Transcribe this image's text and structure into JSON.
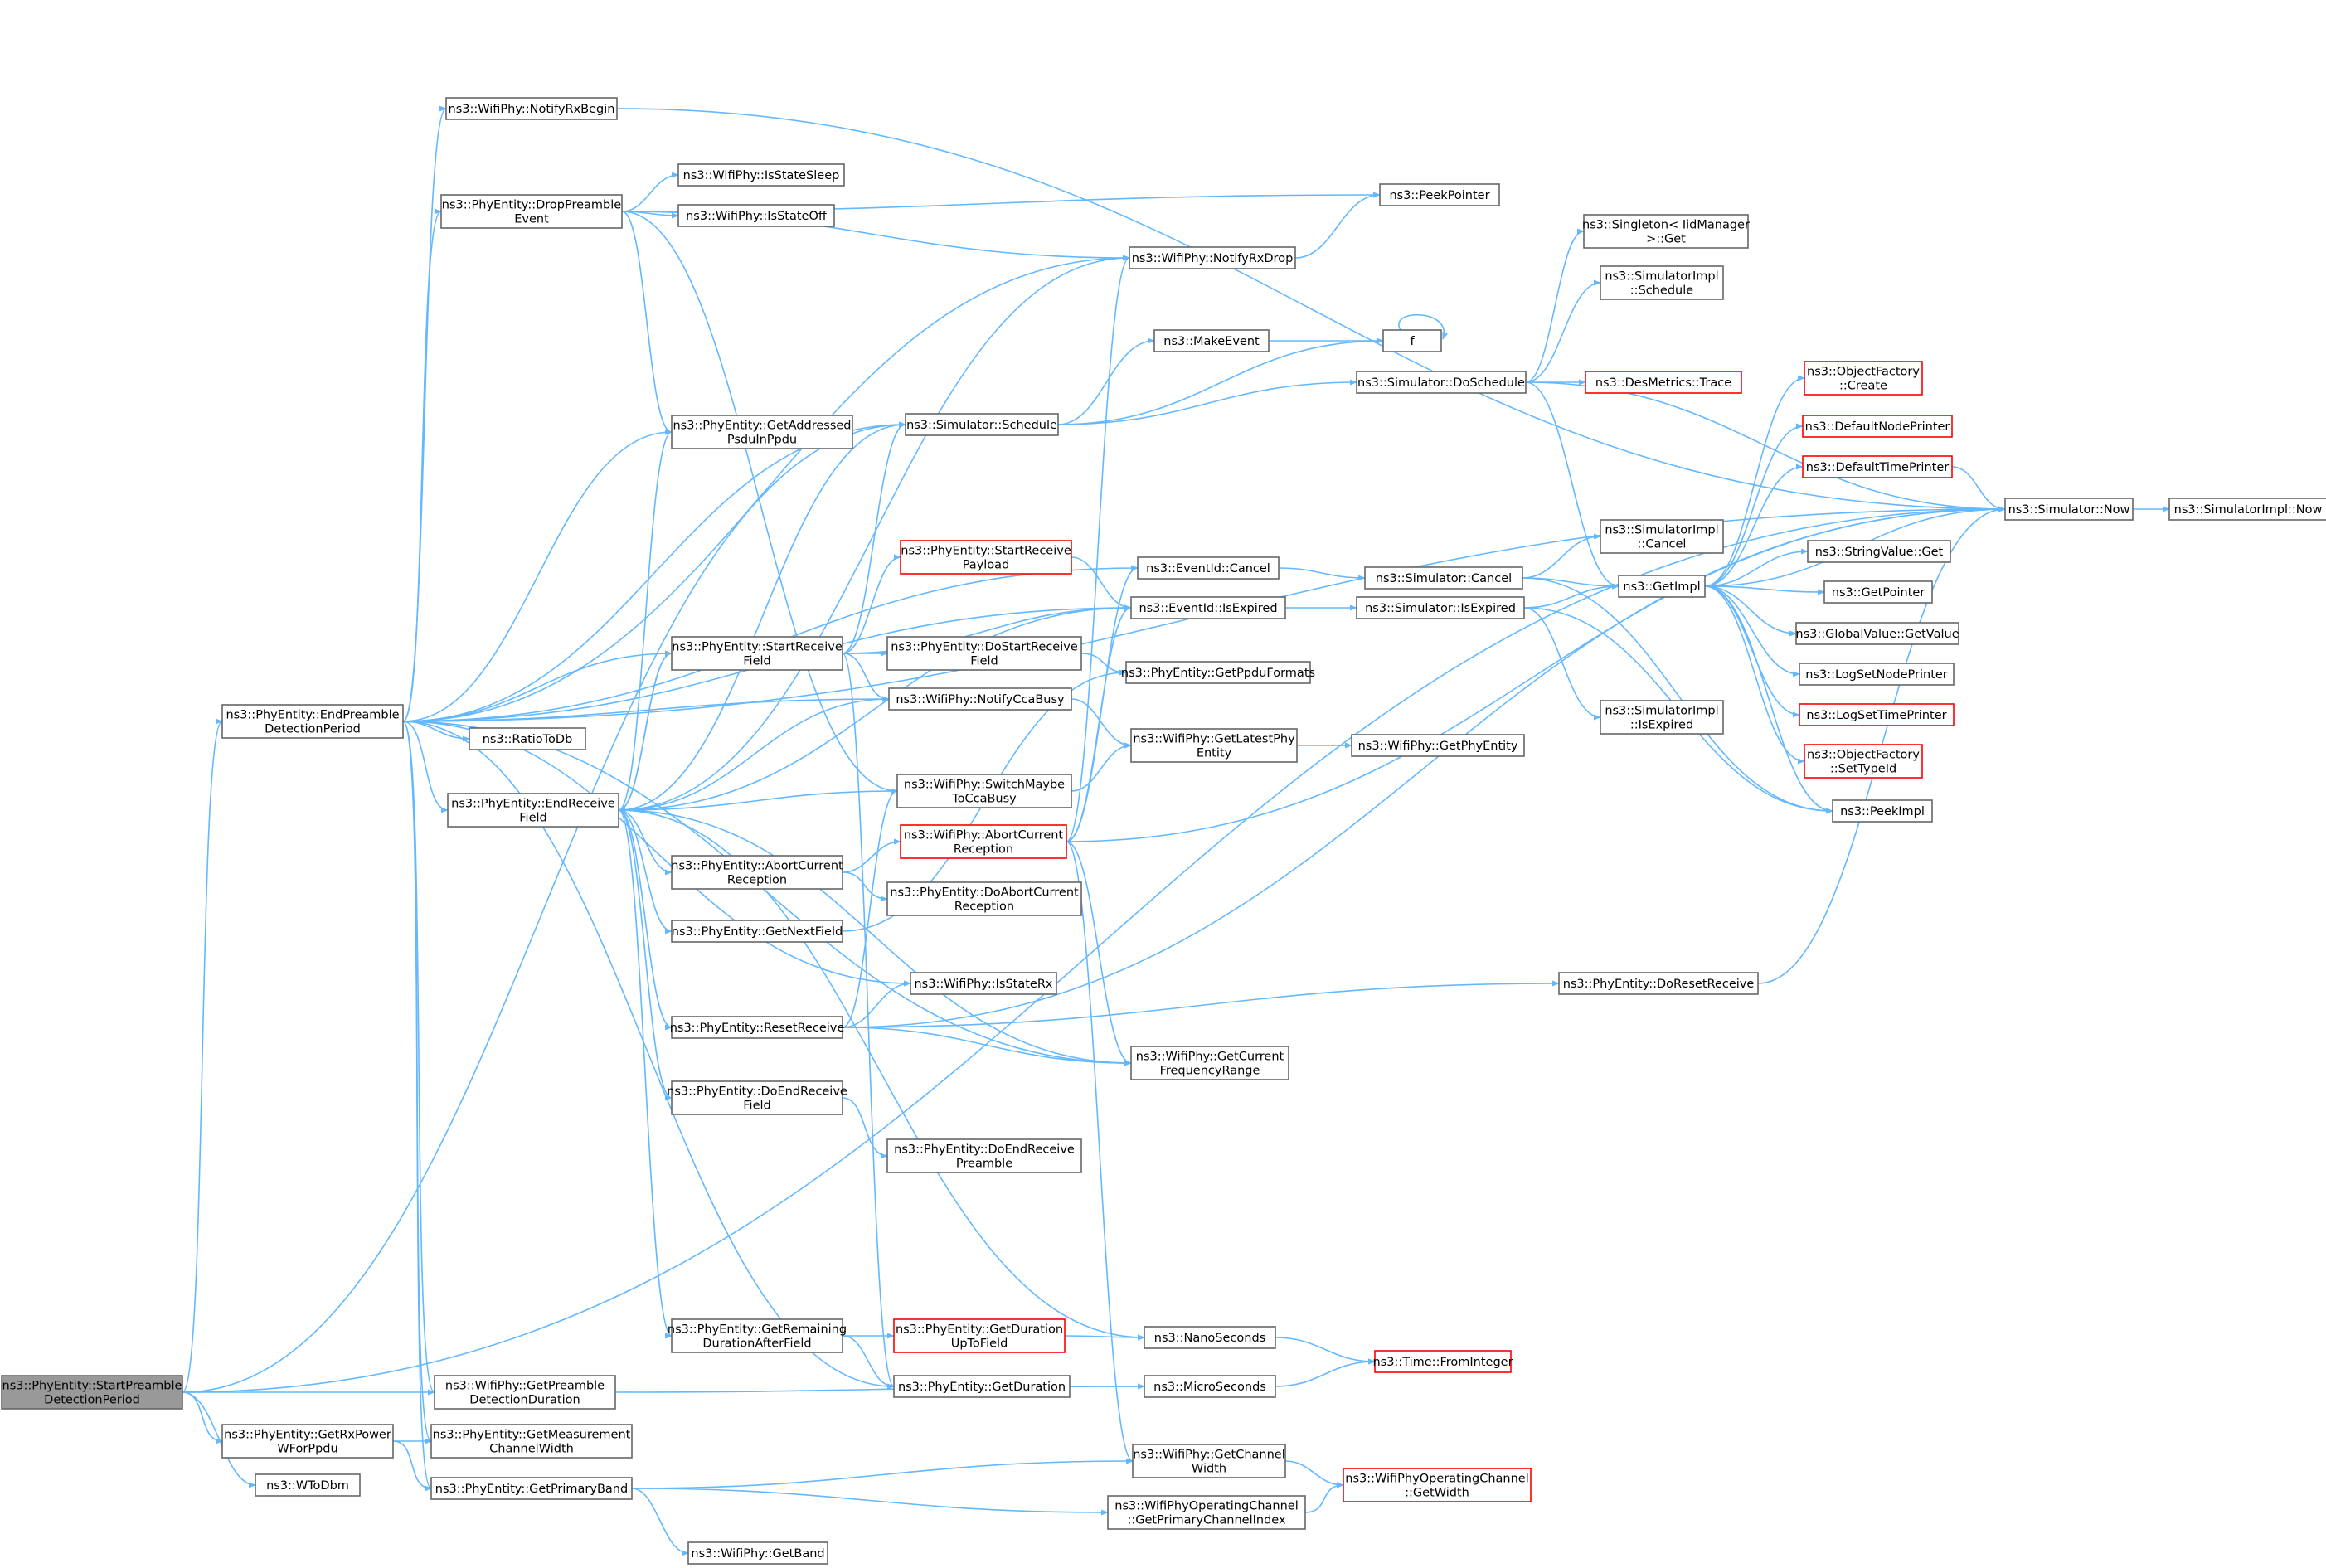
{
  "nodes": [
    {
      "id": "StartPreambleDetectionPeriod",
      "lines": [
        "ns3::PhyEntity::StartPreamble",
        "DetectionPeriod"
      ],
      "red": false,
      "root": true
    },
    {
      "id": "EndPreambleDetectionPeriod",
      "lines": [
        "ns3::PhyEntity::EndPreamble",
        "DetectionPeriod"
      ],
      "red": false
    },
    {
      "id": "GetPreambleDetectionDuration",
      "lines": [
        "ns3::WifiPhy::GetPreamble",
        "DetectionDuration"
      ],
      "red": false
    },
    {
      "id": "GetRxPowerWForPpdu",
      "lines": [
        "ns3::PhyEntity::GetRxPower",
        "WForPpdu"
      ],
      "red": false
    },
    {
      "id": "WToDbm",
      "lines": [
        "ns3::WToDbm"
      ],
      "red": false
    },
    {
      "id": "NotifyRxBegin",
      "lines": [
        "ns3::WifiPhy::NotifyRxBegin"
      ],
      "red": false
    },
    {
      "id": "DropPreambleEvent",
      "lines": [
        "ns3::PhyEntity::DropPreamble",
        "Event"
      ],
      "red": false
    },
    {
      "id": "EndReceiveField",
      "lines": [
        "ns3::PhyEntity::EndReceive",
        "Field"
      ],
      "red": false
    },
    {
      "id": "GetMeasurementChannelWidth",
      "lines": [
        "ns3::PhyEntity::GetMeasurement",
        "ChannelWidth"
      ],
      "red": false
    },
    {
      "id": "GetPrimaryBand",
      "lines": [
        "ns3::PhyEntity::GetPrimaryBand"
      ],
      "red": false
    },
    {
      "id": "IsStateSleep",
      "lines": [
        "ns3::WifiPhy::IsStateSleep"
      ],
      "red": false
    },
    {
      "id": "IsStateOff",
      "lines": [
        "ns3::WifiPhy::IsStateOff"
      ],
      "red": false
    },
    {
      "id": "GetAddressedPsduInPpdu",
      "lines": [
        "ns3::PhyEntity::GetAddressed",
        "PsduInPpdu"
      ],
      "red": false
    },
    {
      "id": "StartReceiveField",
      "lines": [
        "ns3::PhyEntity::StartReceive",
        "Field"
      ],
      "red": false
    },
    {
      "id": "RatioToDb",
      "lines": [
        "ns3::RatioToDb"
      ],
      "red": false
    },
    {
      "id": "AbortCurrentReception",
      "lines": [
        "ns3::PhyEntity::AbortCurrent",
        "Reception"
      ],
      "red": false
    },
    {
      "id": "GetNextField",
      "lines": [
        "ns3::PhyEntity::GetNextField"
      ],
      "red": false
    },
    {
      "id": "ResetReceive",
      "lines": [
        "ns3::PhyEntity::ResetReceive"
      ],
      "red": false
    },
    {
      "id": "DoEndReceiveField",
      "lines": [
        "ns3::PhyEntity::DoEndReceive",
        "Field"
      ],
      "red": false
    },
    {
      "id": "GetRemainingDurationAfterField",
      "lines": [
        "ns3::PhyEntity::GetRemaining",
        "DurationAfterField"
      ],
      "red": false
    },
    {
      "id": "GetBand",
      "lines": [
        "ns3::WifiPhy::GetBand"
      ],
      "red": false
    },
    {
      "id": "NotifyRxDrop",
      "lines": [
        "ns3::WifiPhy::NotifyRxDrop"
      ],
      "red": false
    },
    {
      "id": "PeekPointer",
      "lines": [
        "ns3::PeekPointer"
      ],
      "red": false
    },
    {
      "id": "SimulatorSchedule",
      "lines": [
        "ns3::Simulator::Schedule"
      ],
      "red": false
    },
    {
      "id": "StartReceivePayload",
      "lines": [
        "ns3::PhyEntity::StartReceive",
        "Payload"
      ],
      "red": true
    },
    {
      "id": "DoStartReceiveField",
      "lines": [
        "ns3::PhyEntity::DoStartReceive",
        "Field"
      ],
      "red": false
    },
    {
      "id": "NotifyCcaBusy",
      "lines": [
        "ns3::WifiPhy::NotifyCcaBusy"
      ],
      "red": false
    },
    {
      "id": "SwitchMaybeToCcaBusy",
      "lines": [
        "ns3::WifiPhy::SwitchMaybe",
        "ToCcaBusy"
      ],
      "red": false
    },
    {
      "id": "WifiPhyAbortCurrentReception",
      "lines": [
        "ns3::WifiPhy::AbortCurrent",
        "Reception"
      ],
      "red": true
    },
    {
      "id": "DoAbortCurrentReception",
      "lines": [
        "ns3::PhyEntity::DoAbortCurrent",
        "Reception"
      ],
      "red": false
    },
    {
      "id": "IsStateRx",
      "lines": [
        "ns3::WifiPhy::IsStateRx"
      ],
      "red": false
    },
    {
      "id": "DoEndReceivePreamble",
      "lines": [
        "ns3::PhyEntity::DoEndReceive",
        "Preamble"
      ],
      "red": false
    },
    {
      "id": "GetDurationUpToField",
      "lines": [
        "ns3::PhyEntity::GetDuration",
        "UpToField"
      ],
      "red": true
    },
    {
      "id": "GetDuration",
      "lines": [
        "ns3::PhyEntity::GetDuration"
      ],
      "red": false
    },
    {
      "id": "MakeEvent",
      "lines": [
        "ns3::MakeEvent"
      ],
      "red": false
    },
    {
      "id": "EventIdCancel",
      "lines": [
        "ns3::EventId::Cancel"
      ],
      "red": false
    },
    {
      "id": "EventIdIsExpired",
      "lines": [
        "ns3::EventId::IsExpired"
      ],
      "red": false
    },
    {
      "id": "GetPpduFormats",
      "lines": [
        "ns3::PhyEntity::GetPpduFormats"
      ],
      "red": false
    },
    {
      "id": "GetLatestPhyEntity",
      "lines": [
        "ns3::WifiPhy::GetLatestPhy",
        "Entity"
      ],
      "red": false
    },
    {
      "id": "GetCurrentFrequencyRange",
      "lines": [
        "ns3::WifiPhy::GetCurrent",
        "FrequencyRange"
      ],
      "red": false
    },
    {
      "id": "NanoSeconds",
      "lines": [
        "ns3::NanoSeconds"
      ],
      "red": false
    },
    {
      "id": "MicroSeconds",
      "lines": [
        "ns3::MicroSeconds"
      ],
      "red": false
    },
    {
      "id": "GetChannelWidth",
      "lines": [
        "ns3::WifiPhy::GetChannel",
        "Width"
      ],
      "red": false
    },
    {
      "id": "GetPrimaryChannelIndex",
      "lines": [
        "ns3::WifiPhyOperatingChannel",
        "::GetPrimaryChannelIndex"
      ],
      "red": false
    },
    {
      "id": "f",
      "lines": [
        "f"
      ],
      "red": false
    },
    {
      "id": "SimulatorDoSchedule",
      "lines": [
        "ns3::Simulator::DoSchedule"
      ],
      "red": false
    },
    {
      "id": "SimulatorCancel",
      "lines": [
        "ns3::Simulator::Cancel"
      ],
      "red": false
    },
    {
      "id": "SimulatorIsExpired",
      "lines": [
        "ns3::Simulator::IsExpired"
      ],
      "red": false
    },
    {
      "id": "GetPhyEntity",
      "lines": [
        "ns3::WifiPhy::GetPhyEntity"
      ],
      "red": false
    },
    {
      "id": "DoResetReceive",
      "lines": [
        "ns3::PhyEntity::DoResetReceive"
      ],
      "red": false
    },
    {
      "id": "TimeFromInteger",
      "lines": [
        "ns3::Time::FromInteger"
      ],
      "red": true
    },
    {
      "id": "OpChannelGetWidth",
      "lines": [
        "ns3::WifiPhyOperatingChannel",
        "::GetWidth"
      ],
      "red": true
    },
    {
      "id": "SingletonGet",
      "lines": [
        "ns3::Singleton< IidManager",
        " >::Get"
      ],
      "red": false
    },
    {
      "id": "SimulatorImplSchedule",
      "lines": [
        "ns3::SimulatorImpl",
        "::Schedule"
      ],
      "red": false
    },
    {
      "id": "DesMetricsTrace",
      "lines": [
        "ns3::DesMetrics::Trace"
      ],
      "red": true
    },
    {
      "id": "SimulatorImplCancel",
      "lines": [
        "ns3::SimulatorImpl",
        "::Cancel"
      ],
      "red": false
    },
    {
      "id": "GetImpl",
      "lines": [
        "ns3::GetImpl"
      ],
      "red": false
    },
    {
      "id": "SimulatorImplIsExpired",
      "lines": [
        "ns3::SimulatorImpl",
        "::IsExpired"
      ],
      "red": false
    },
    {
      "id": "ObjectFactoryCreate",
      "lines": [
        "ns3::ObjectFactory",
        "::Create"
      ],
      "red": true
    },
    {
      "id": "DefaultNodePrinter",
      "lines": [
        "ns3::DefaultNodePrinter"
      ],
      "red": true
    },
    {
      "id": "DefaultTimePrinter",
      "lines": [
        "ns3::DefaultTimePrinter"
      ],
      "red": true
    },
    {
      "id": "StringValueGet",
      "lines": [
        "ns3::StringValue::Get"
      ],
      "red": false
    },
    {
      "id": "GetPointer",
      "lines": [
        "ns3::GetPointer"
      ],
      "red": false
    },
    {
      "id": "GlobalValueGetValue",
      "lines": [
        "ns3::GlobalValue::GetValue"
      ],
      "red": false
    },
    {
      "id": "LogSetNodePrinter",
      "lines": [
        "ns3::LogSetNodePrinter"
      ],
      "red": false
    },
    {
      "id": "LogSetTimePrinter",
      "lines": [
        "ns3::LogSetTimePrinter"
      ],
      "red": true
    },
    {
      "id": "ObjectFactorySetTypeId",
      "lines": [
        "ns3::ObjectFactory",
        "::SetTypeId"
      ],
      "red": true
    },
    {
      "id": "PeekImpl",
      "lines": [
        "ns3::PeekImpl"
      ],
      "red": false
    },
    {
      "id": "SimulatorNow",
      "lines": [
        "ns3::Simulator::Now"
      ],
      "red": false
    },
    {
      "id": "SimulatorImplNow",
      "lines": [
        "ns3::SimulatorImpl::Now"
      ],
      "red": false
    }
  ],
  "edges": [
    [
      "StartPreambleDetectionPeriod",
      "EndPreambleDetectionPeriod"
    ],
    [
      "StartPreambleDetectionPeriod",
      "GetPreambleDetectionDuration"
    ],
    [
      "StartPreambleDetectionPeriod",
      "GetRxPowerWForPpdu"
    ],
    [
      "StartPreambleDetectionPeriod",
      "WToDbm"
    ],
    [
      "StartPreambleDetectionPeriod",
      "SimulatorSchedule"
    ],
    [
      "StartPreambleDetectionPeriod",
      "SimulatorNow"
    ],
    [
      "EndPreambleDetectionPeriod",
      "NotifyRxBegin"
    ],
    [
      "EndPreambleDetectionPeriod",
      "DropPreambleEvent"
    ],
    [
      "EndPreambleDetectionPeriod",
      "NotifyRxDrop"
    ],
    [
      "EndPreambleDetectionPeriod",
      "GetAddressedPsduInPpdu"
    ],
    [
      "EndPreambleDetectionPeriod",
      "SimulatorSchedule"
    ],
    [
      "EndPreambleDetectionPeriod",
      "EventIdCancel"
    ],
    [
      "EndPreambleDetectionPeriod",
      "EventIdIsExpired"
    ],
    [
      "EndPreambleDetectionPeriod",
      "NotifyCcaBusy"
    ],
    [
      "EndPreambleDetectionPeriod",
      "RatioToDb"
    ],
    [
      "EndPreambleDetectionPeriod",
      "EndReceiveField"
    ],
    [
      "EndPreambleDetectionPeriod",
      "IsStateRx"
    ],
    [
      "EndPreambleDetectionPeriod",
      "GetPreambleDetectionDuration"
    ],
    [
      "EndPreambleDetectionPeriod",
      "GetMeasurementChannelWidth"
    ],
    [
      "EndPreambleDetectionPeriod",
      "GetPrimaryBand"
    ],
    [
      "EndPreambleDetectionPeriod",
      "GetDuration"
    ],
    [
      "EndPreambleDetectionPeriod",
      "SimulatorNow"
    ],
    [
      "EndPreambleDetectionPeriod",
      "GetCurrentFrequencyRange"
    ],
    [
      "EndPreambleDetectionPeriod",
      "StartReceiveField"
    ],
    [
      "GetRxPowerWForPpdu",
      "GetMeasurementChannelWidth"
    ],
    [
      "GetRxPowerWForPpdu",
      "GetPrimaryBand"
    ],
    [
      "GetPreambleDetectionDuration",
      "MicroSeconds"
    ],
    [
      "DropPreambleEvent",
      "IsStateSleep"
    ],
    [
      "DropPreambleEvent",
      "IsStateOff"
    ],
    [
      "DropPreambleEvent",
      "NotifyRxDrop"
    ],
    [
      "DropPreambleEvent",
      "GetAddressedPsduInPpdu"
    ],
    [
      "DropPreambleEvent",
      "PeekPointer"
    ],
    [
      "DropPreambleEvent",
      "SwitchMaybeToCcaBusy"
    ],
    [
      "NotifyRxBegin",
      "SimulatorNow"
    ],
    [
      "NotifyRxDrop",
      "PeekPointer"
    ],
    [
      "EndReceiveField",
      "StartReceiveField"
    ],
    [
      "EndReceiveField",
      "AbortCurrentReception"
    ],
    [
      "EndReceiveField",
      "GetNextField"
    ],
    [
      "EndReceiveField",
      "ResetReceive"
    ],
    [
      "EndReceiveField",
      "DoEndReceiveField"
    ],
    [
      "EndReceiveField",
      "GetRemainingDurationAfterField"
    ],
    [
      "EndReceiveField",
      "SimulatorSchedule"
    ],
    [
      "EndReceiveField",
      "NotifyCcaBusy"
    ],
    [
      "EndReceiveField",
      "SwitchMaybeToCcaBusy"
    ],
    [
      "EndReceiveField",
      "NotifyRxDrop"
    ],
    [
      "EndReceiveField",
      "GetAddressedPsduInPpdu"
    ],
    [
      "EndReceiveField",
      "EventIdIsExpired"
    ],
    [
      "EndReceiveField",
      "NanoSeconds"
    ],
    [
      "EndReceiveField",
      "GetCurrentFrequencyRange"
    ],
    [
      "StartReceiveField",
      "EndReceiveField"
    ],
    [
      "StartReceiveField",
      "StartReceivePayload"
    ],
    [
      "StartReceiveField",
      "DoStartReceiveField"
    ],
    [
      "StartReceiveField",
      "SimulatorSchedule"
    ],
    [
      "StartReceiveField",
      "EventIdIsExpired"
    ],
    [
      "StartReceiveField",
      "NotifyCcaBusy"
    ],
    [
      "StartReceiveField",
      "GetDuration"
    ],
    [
      "StartReceivePayload",
      "EventIdIsExpired"
    ],
    [
      "DoStartReceiveField",
      "GetPpduFormats"
    ],
    [
      "AbortCurrentReception",
      "WifiPhyAbortCurrentReception"
    ],
    [
      "AbortCurrentReception",
      "DoAbortCurrentReception"
    ],
    [
      "GetNextField",
      "GetPpduFormats"
    ],
    [
      "ResetReceive",
      "IsStateRx"
    ],
    [
      "ResetReceive",
      "DoResetReceive"
    ],
    [
      "ResetReceive",
      "GetCurrentFrequencyRange"
    ],
    [
      "ResetReceive",
      "SwitchMaybeToCcaBusy"
    ],
    [
      "ResetReceive",
      "SimulatorNow"
    ],
    [
      "DoEndReceiveField",
      "DoEndReceivePreamble"
    ],
    [
      "GetRemainingDurationAfterField",
      "GetDurationUpToField"
    ],
    [
      "GetRemainingDurationAfterField",
      "GetDuration"
    ],
    [
      "GetDurationUpToField",
      "NanoSeconds"
    ],
    [
      "GetDuration",
      "MicroSeconds"
    ],
    [
      "GetPrimaryBand",
      "GetChannelWidth"
    ],
    [
      "GetPrimaryBand",
      "GetPrimaryChannelIndex"
    ],
    [
      "GetPrimaryBand",
      "GetBand"
    ],
    [
      "NotifyCcaBusy",
      "GetLatestPhyEntity"
    ],
    [
      "SwitchMaybeToCcaBusy",
      "GetLatestPhyEntity"
    ],
    [
      "WifiPhyAbortCurrentReception",
      "EventIdCancel"
    ],
    [
      "WifiPhyAbortCurrentReception",
      "EventIdIsExpired"
    ],
    [
      "WifiPhyAbortCurrentReception",
      "GetCurrentFrequencyRange"
    ],
    [
      "WifiPhyAbortCurrentReception",
      "GetChannelWidth"
    ],
    [
      "WifiPhyAbortCurrentReception",
      "SimulatorNow"
    ],
    [
      "WifiPhyAbortCurrentReception",
      "NotifyRxDrop"
    ],
    [
      "SimulatorSchedule",
      "MakeEvent"
    ],
    [
      "SimulatorSchedule",
      "f"
    ],
    [
      "SimulatorSchedule",
      "SimulatorDoSchedule"
    ],
    [
      "MakeEvent",
      "f"
    ],
    [
      "f",
      "f"
    ],
    [
      "EventIdCancel",
      "SimulatorCancel"
    ],
    [
      "EventIdIsExpired",
      "SimulatorIsExpired"
    ],
    [
      "GetLatestPhyEntity",
      "GetPhyEntity"
    ],
    [
      "NanoSeconds",
      "TimeFromInteger"
    ],
    [
      "MicroSeconds",
      "TimeFromInteger"
    ],
    [
      "GetChannelWidth",
      "OpChannelGetWidth"
    ],
    [
      "GetPrimaryChannelIndex",
      "OpChannelGetWidth"
    ],
    [
      "DoResetReceive",
      "SimulatorNow"
    ],
    [
      "SimulatorDoSchedule",
      "SingletonGet"
    ],
    [
      "SimulatorDoSchedule",
      "SimulatorImplSchedule"
    ],
    [
      "SimulatorDoSchedule",
      "DesMetricsTrace"
    ],
    [
      "SimulatorDoSchedule",
      "GetImpl"
    ],
    [
      "SimulatorDoSchedule",
      "SimulatorNow"
    ],
    [
      "SimulatorCancel",
      "SimulatorImplCancel"
    ],
    [
      "SimulatorCancel",
      "GetImpl"
    ],
    [
      "SimulatorCancel",
      "PeekImpl"
    ],
    [
      "SimulatorIsExpired",
      "GetImpl"
    ],
    [
      "SimulatorIsExpired",
      "SimulatorImplIsExpired"
    ],
    [
      "SimulatorIsExpired",
      "PeekImpl"
    ],
    [
      "GetImpl",
      "ObjectFactoryCreate"
    ],
    [
      "GetImpl",
      "DefaultNodePrinter"
    ],
    [
      "GetImpl",
      "DefaultTimePrinter"
    ],
    [
      "GetImpl",
      "SimulatorNow"
    ],
    [
      "GetImpl",
      "StringValueGet"
    ],
    [
      "GetImpl",
      "GetPointer"
    ],
    [
      "GetImpl",
      "GlobalValueGetValue"
    ],
    [
      "GetImpl",
      "LogSetNodePrinter"
    ],
    [
      "GetImpl",
      "LogSetTimePrinter"
    ],
    [
      "GetImpl",
      "ObjectFactorySetTypeId"
    ],
    [
      "GetImpl",
      "PeekImpl"
    ],
    [
      "DefaultTimePrinter",
      "SimulatorNow"
    ],
    [
      "SimulatorNow",
      "SimulatorImplNow"
    ]
  ],
  "colors": {
    "edge": "#63b8ff",
    "node_border": "#666666",
    "node_border_red": "#ff0000",
    "root_fill": "#999999"
  }
}
